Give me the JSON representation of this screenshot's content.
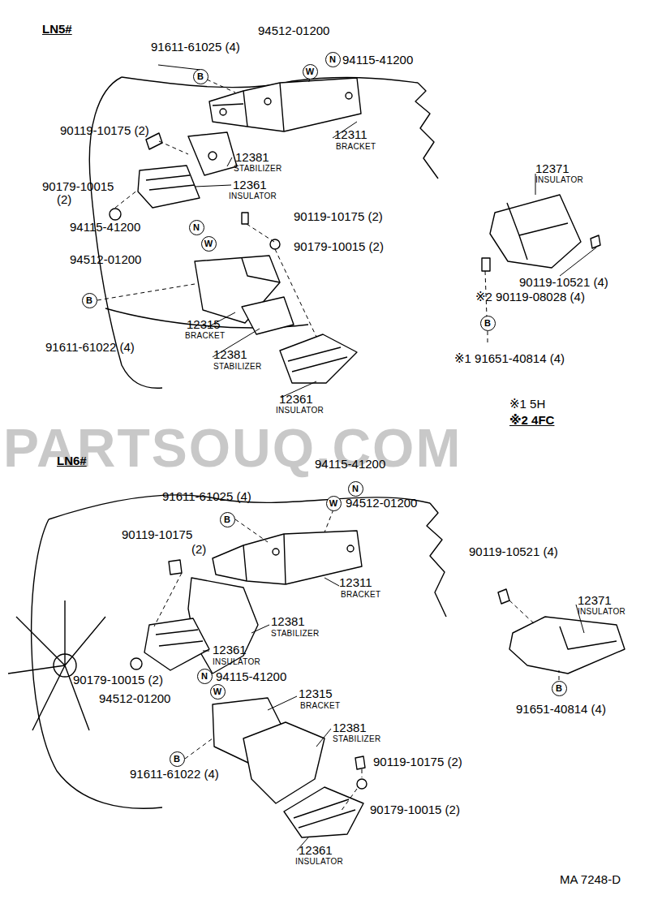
{
  "diagram": {
    "nodes": [
      {
        "text": [
          "B"
        ]
      },
      {
        "text": [
          "W"
        ]
      },
      {
        "text": [
          "N"
        ]
      },
      {
        "text": [
          "N"
        ]
      },
      {
        "text": [
          "W"
        ]
      },
      {
        "text": [
          "B"
        ]
      },
      {
        "text": [
          "B"
        ]
      },
      {
        "text": [
          "B"
        ]
      },
      {
        "text": [
          "N"
        ]
      },
      {
        "text": [
          "W"
        ]
      },
      {
        "text": [
          "N"
        ]
      },
      {
        "text": [
          "W"
        ]
      },
      {
        "text": [
          "B"
        ]
      },
      {
        "text": [
          "B"
        ]
      }
    ],
    "labels": [
      "LN5#",
      "94512-01200",
      "91611-61025 (4)",
      "94115-41200",
      "90119-10175 (2)",
      "12311",
      "BRACKET",
      "12381",
      "STABILIZER",
      "90179-10015",
      "(2)",
      "12361",
      "INSULATOR",
      "94115-41200",
      "94512-01200",
      "90119-10175 (2)",
      "90179-10015 (2)",
      "91611-61022 (4)",
      "12315",
      "BRACKET",
      "12381",
      "STABILIZER",
      "12361",
      "INSULATOR",
      "12371",
      "INSULATOR",
      "90119-10521 (4)",
      "※2 90119-08028 (4)",
      "※1 91651-40814 (4)",
      "※1 5H",
      "※2 4FC",
      "PARTSOUQ.COM",
      "LN6#",
      "91611-61025 (4)",
      "94115-41200",
      "94512-01200",
      "90119-10175",
      "(2)",
      "12311",
      "BRACKET",
      "12381",
      "STABILIZER",
      "12361",
      "INSULATOR",
      "90179-10015 (2)",
      "94115-41200",
      "94512-01200",
      "12315",
      "BRACKET",
      "12381",
      "STABILIZER",
      "91611-61022 (4)",
      "90119-10175 (2)",
      "90179-10015 (2)",
      "12361",
      "INSULATOR",
      "90119-10521 (4)",
      "12371",
      "INSULATOR",
      "91651-40814 (4)",
      "MA 7248-D"
    ]
  }
}
